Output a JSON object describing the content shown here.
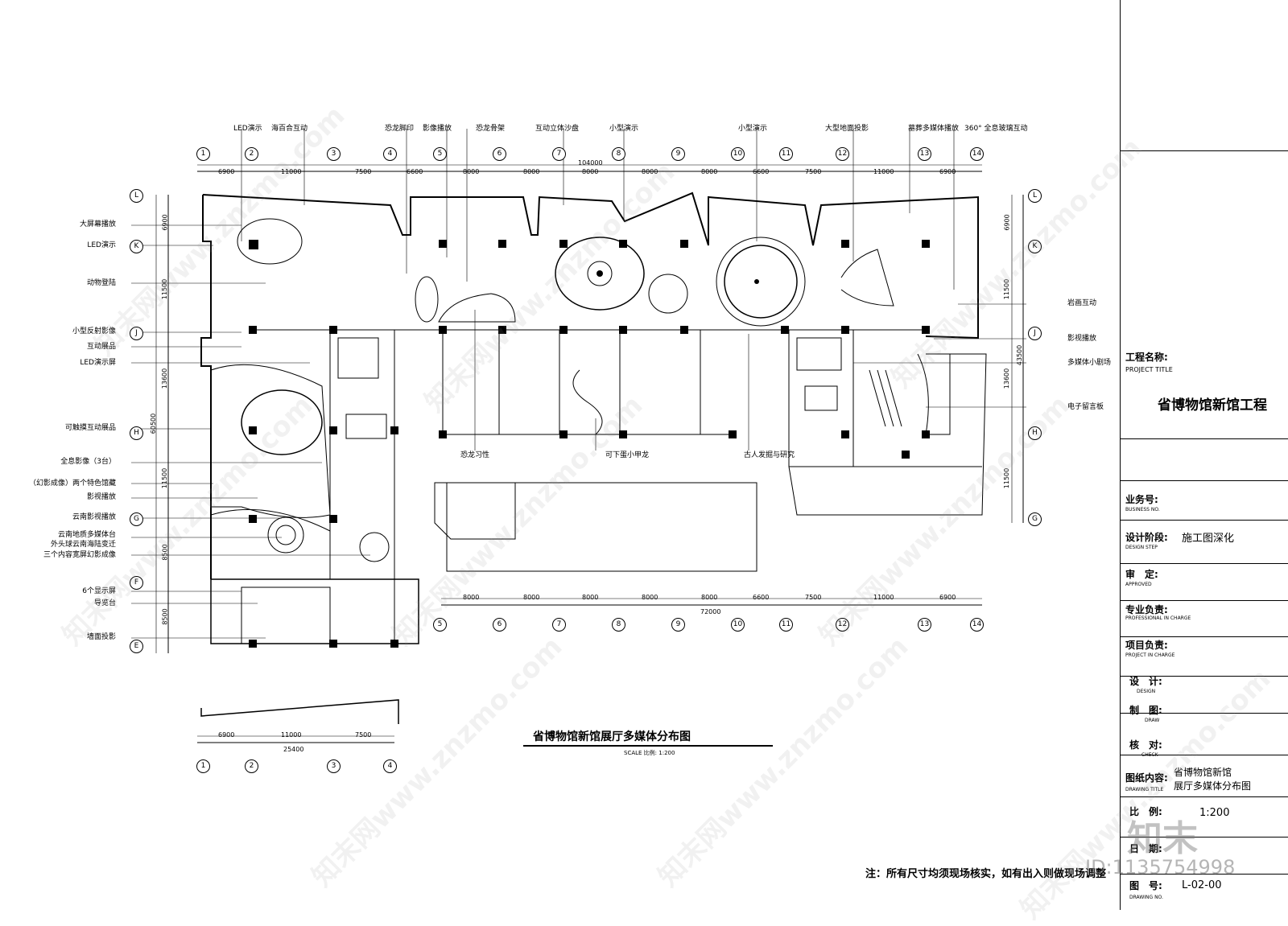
{
  "drawing": {
    "title": "省博物馆新馆展厅多媒体分布图",
    "scale": "SCALE 比例: 1:200",
    "note": "注：所有尺寸均须现场核实，如有出入则做现场调整",
    "top_labels": [
      "LED演示",
      "海百合互动",
      "恐龙脚印",
      "影像播放",
      "恐龙骨架",
      "互动立体沙盘",
      "小型演示",
      "小型演示",
      "大型地面投影",
      "墓葬多媒体播放",
      "360° 全息玻璃互动"
    ],
    "left_labels": [
      "大屏幕播放",
      "LED演示",
      "动物登陆",
      "小型反射影像",
      "互动展品",
      "LED演示屏",
      "可触摸互动展品",
      "全息影像（3台）",
      "（幻影成像）两个特色馆藏",
      "影视播放",
      "云南影视播放",
      "云南地质多媒体台",
      "外头球云南海陆变迁",
      "三个内容宽屏幻影成像",
      "6个显示屏",
      "导览台",
      "墙面投影"
    ],
    "right_labels": [
      "岩画互动",
      "影视播放",
      "多媒体小剧场",
      "电子留言板"
    ],
    "bottom_labels": [
      "恐龙习性",
      "可下蛋小甲龙",
      "古人发掘与研究"
    ],
    "axes_top": [
      "1",
      "2",
      "3",
      "4",
      "5",
      "6",
      "7",
      "8",
      "9",
      "10",
      "11",
      "12",
      "13",
      "14"
    ],
    "axes_bottom_right": [
      "5",
      "6",
      "7",
      "8",
      "9",
      "10",
      "11",
      "12",
      "13",
      "14"
    ],
    "axes_bottom_left": [
      "1",
      "2",
      "3",
      "4"
    ],
    "axes_rows_left": [
      "L",
      "K",
      "J",
      "H",
      "G",
      "F",
      "E"
    ],
    "axes_rows_right": [
      "L",
      "K",
      "J",
      "H",
      "G"
    ],
    "dims_top": [
      "6900",
      "11000",
      "7500",
      "6600",
      "8000",
      "8000",
      "8000",
      "8000",
      "8000",
      "6600",
      "7500",
      "11000",
      "6900"
    ],
    "dim_top_total": "104000",
    "dims_bottom_right": [
      "8000",
      "8000",
      "8000",
      "8000",
      "8000",
      "6600",
      "7500",
      "11000",
      "6900"
    ],
    "dim_bottom_right_total": "72000",
    "dims_bottom_left": [
      "6900",
      "11000",
      "7500"
    ],
    "dim_bottom_left_total": "25400",
    "dims_left": [
      "6900",
      "11500",
      "13600",
      "11500",
      "8500",
      "8500"
    ],
    "dim_left_total": "60500",
    "dims_right": [
      "6900",
      "11500",
      "13600",
      "11500"
    ],
    "dim_right_total": "43500"
  },
  "title_block": {
    "project_label": "工程名称:",
    "project_label_en": "PROJECT TITLE",
    "project_name": "省博物馆新馆工程",
    "business_no": "业务号:",
    "business_no_en": "BUSINESS NO.",
    "design_step": "设计阶段:",
    "design_step_en": "DESIGN STEP",
    "design_step_value": "施工图深化",
    "approved": "审　定:",
    "approved_en": "APPROVED",
    "professional": "专业负责:",
    "professional_en": "PROFESSIONAL IN CHARGE",
    "project_charge": "项目负责:",
    "project_charge_en": "PROJECT IN CHARGE",
    "design": "设　计:",
    "design_en": "DESIGN",
    "draw": "制　图:",
    "draw_en": "DRAW",
    "check": "核　对:",
    "check_en": "CHECK",
    "drawing_title_label": "图纸内容:",
    "drawing_title_en": "DRAWING TITLE",
    "drawing_title_value_1": "省博物馆新馆",
    "drawing_title_value_2": "展厅多媒体分布图",
    "scale_label": "比　例:",
    "scale_value": "1:200",
    "date_label": "日　期:",
    "drawing_no_label": "图　号:",
    "drawing_no_en": "DRAWING NO.",
    "drawing_no_value": "L-02-00"
  },
  "watermark": {
    "site": "知末网www.znzmo.com",
    "logo": "知末",
    "id": "ID:1135754998"
  }
}
